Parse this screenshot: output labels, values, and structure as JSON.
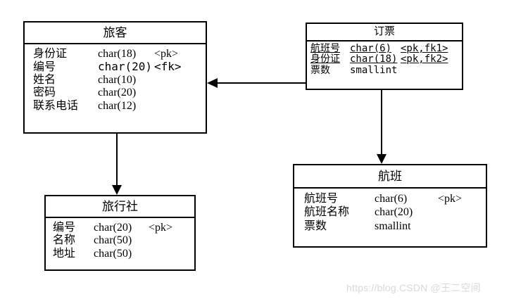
{
  "diagram": {
    "title": "Airline ticket booking ER diagram",
    "background_color": "#ffffff",
    "line_color": "#000000"
  },
  "entities": [
    {
      "id": "passenger",
      "title": "旅客",
      "attributes": [
        {
          "name": "身份证",
          "type": "char(18)",
          "key": "<pk>",
          "font": "serif",
          "underline": false
        },
        {
          "name": "编号",
          "type": "char(20)",
          "key": "<fk>",
          "font": "mono",
          "underline": false
        },
        {
          "name": "姓名",
          "type": "char(10)",
          "key": "",
          "font": "serif",
          "underline": false
        },
        {
          "name": "密码",
          "type": "char(20)",
          "key": "",
          "font": "serif",
          "underline": false
        },
        {
          "name": "联系电话",
          "type": "char(12)",
          "key": "",
          "font": "serif",
          "underline": false
        }
      ]
    },
    {
      "id": "booking",
      "title": "订票",
      "attributes": [
        {
          "name": "航班号",
          "type": "char(6)",
          "key": "<pk,fk1>",
          "font": "mono",
          "underline": true
        },
        {
          "name": "身份证",
          "type": "char(18)",
          "key": "<pk,fk2>",
          "font": "mono",
          "underline": true
        },
        {
          "name": "票数",
          "type": "smallint",
          "key": "",
          "font": "mono",
          "underline": false
        }
      ]
    },
    {
      "id": "agency",
      "title": "旅行社",
      "attributes": [
        {
          "name": "编号",
          "type": "char(20)",
          "key": "<pk>",
          "font": "serif",
          "underline": false
        },
        {
          "name": "名称",
          "type": "char(50)",
          "key": "",
          "font": "serif",
          "underline": false
        },
        {
          "name": "地址",
          "type": "char(50)",
          "key": "",
          "font": "serif",
          "underline": false
        }
      ]
    },
    {
      "id": "flight",
      "title": "航班",
      "attributes": [
        {
          "name": "航班号",
          "type": "char(6)",
          "key": "<pk>",
          "font": "serif",
          "underline": false
        },
        {
          "name": "航班名称",
          "type": "char(20)",
          "key": "",
          "font": "serif",
          "underline": false
        },
        {
          "name": "票数",
          "type": "smallint",
          "key": "",
          "font": "serif",
          "underline": false
        }
      ]
    }
  ],
  "relationships": [
    {
      "id": "booking-passenger",
      "from": "booking",
      "to": "passenger",
      "direction": "left"
    },
    {
      "id": "passenger-agency",
      "from": "passenger",
      "to": "agency",
      "direction": "down"
    },
    {
      "id": "booking-flight",
      "from": "booking",
      "to": "flight",
      "direction": "down"
    }
  ],
  "watermark": {
    "text": "https://blog.CSDN @王二空间",
    "color": "#d8d8d8"
  }
}
